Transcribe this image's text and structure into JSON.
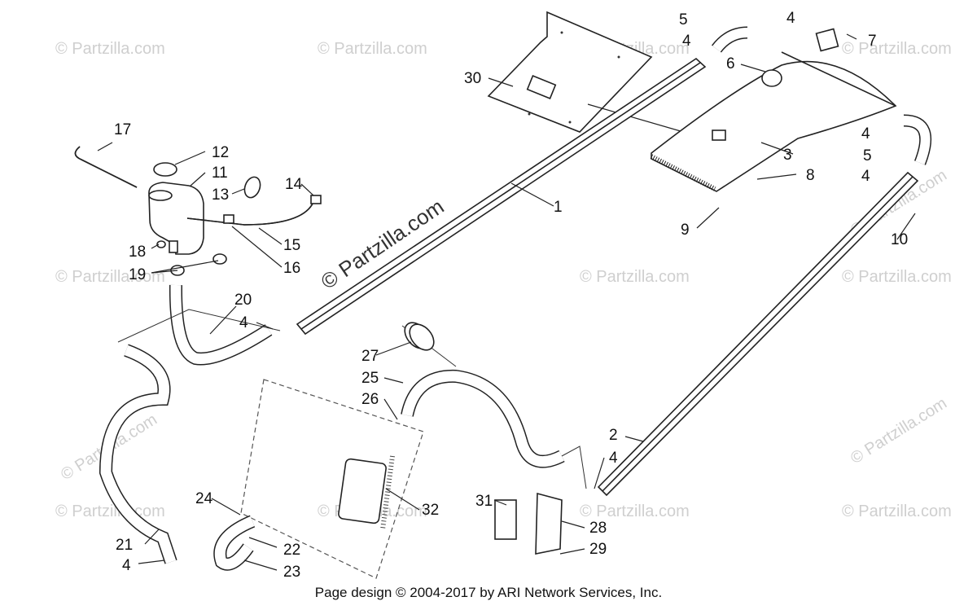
{
  "watermark_text": "© Partzilla.com",
  "footer_text": "Page design © 2004-2017 by ARI Network Services, Inc.",
  "callouts": [
    "1",
    "2",
    "3",
    "4",
    "5",
    "6",
    "7",
    "8",
    "9",
    "10",
    "11",
    "12",
    "13",
    "14",
    "15",
    "16",
    "17",
    "18",
    "19",
    "20",
    "21",
    "22",
    "23",
    "24",
    "25",
    "26",
    "27",
    "28",
    "29",
    "30",
    "31",
    "32"
  ]
}
